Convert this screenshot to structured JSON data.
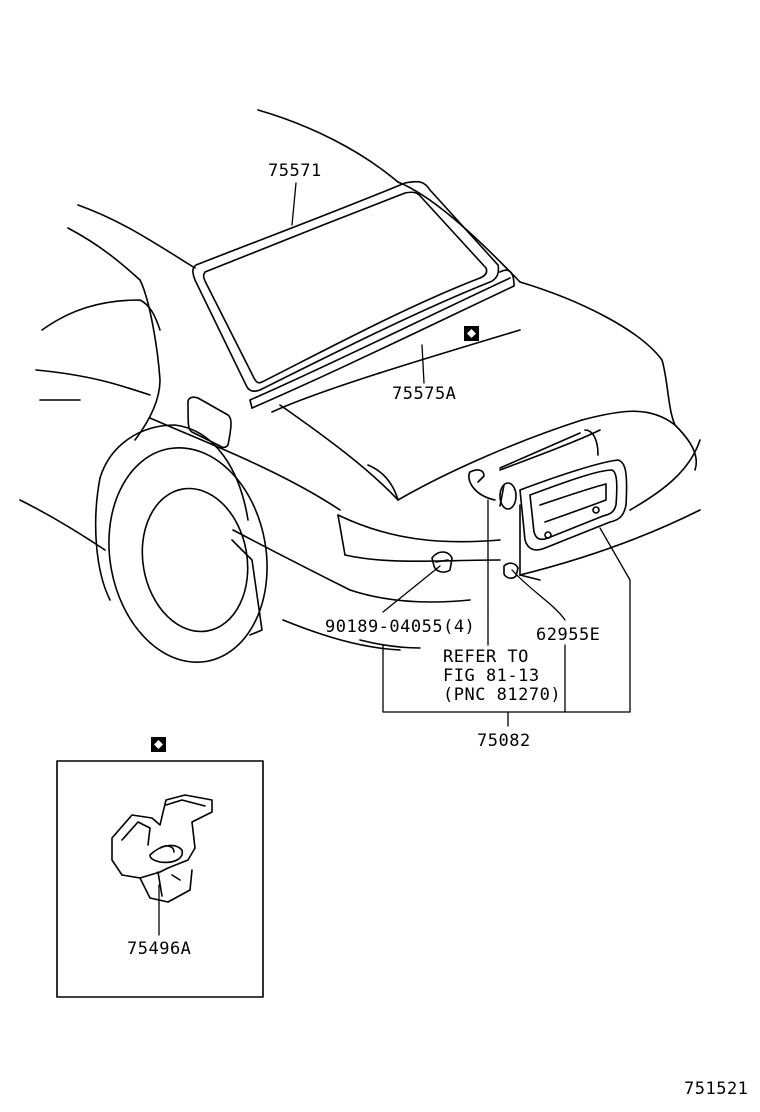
{
  "diagram": {
    "part_labels": {
      "moulding_upper": "75571",
      "moulding_lower": "75575A",
      "screw": "90189-04055(4)",
      "clip": "62955E",
      "garnish_assy": "75082",
      "inset_part": "75496A"
    },
    "reference_note": [
      "REFER TO",
      "FIG 81-13",
      "(PNC 81270)"
    ],
    "figure_number": "751521"
  }
}
